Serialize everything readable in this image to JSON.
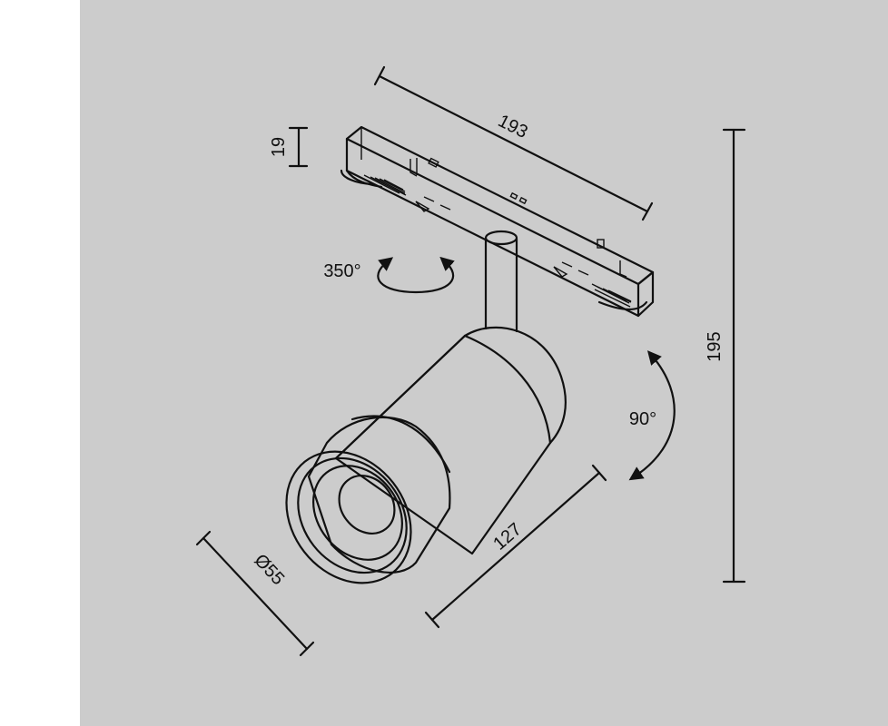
{
  "dimensions": {
    "length_track": "193",
    "height_adapter": "19",
    "total_height": "195",
    "rotation": "350°",
    "tilt": "90°",
    "body_length": "127",
    "diameter": "Ø55"
  },
  "colors": {
    "background": "#cccccc",
    "line": "#111111",
    "margin": "#ffffff"
  }
}
